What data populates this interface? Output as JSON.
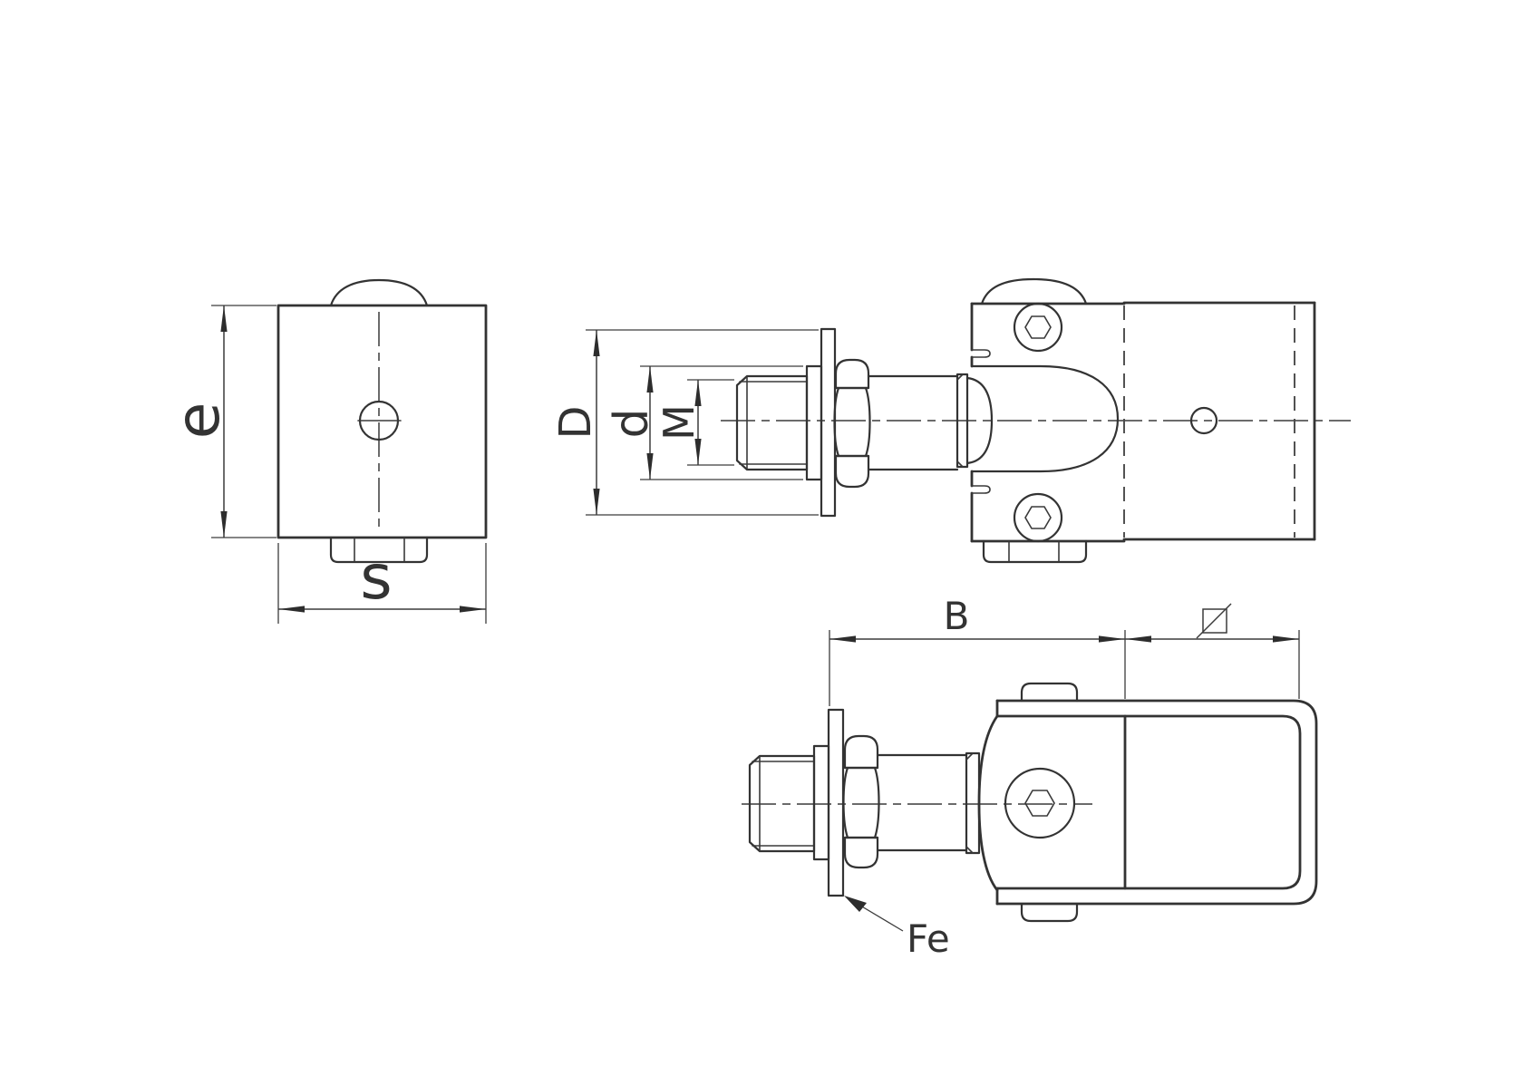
{
  "page": {
    "background": "#ffffff",
    "line_color": "#333333",
    "dim_color": "#3c3c3c"
  },
  "drawing": {
    "type": "technical-orthographic-drawing",
    "part": "adjustable-gate-hinge-with-threaded-bolt",
    "labels": {
      "e": "e",
      "s": "s",
      "D": "D",
      "d": "d",
      "M": "M",
      "B": "B",
      "Fe": "Fe"
    },
    "symbols": {
      "tube_size": "square-with-diagonal-slash"
    }
  }
}
